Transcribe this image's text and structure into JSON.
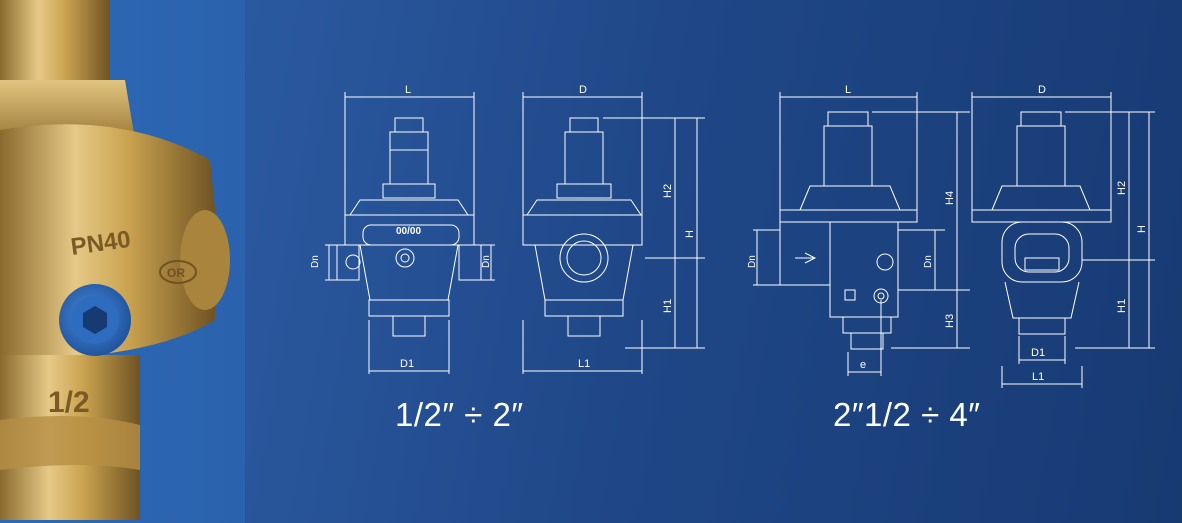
{
  "photo": {
    "body_marking": "PN40",
    "size_marking": "1/2",
    "logo_text": "OR",
    "colors": {
      "brass": "#c9a24f",
      "cap": "#2e73c6"
    }
  },
  "small_range": {
    "caption": "1/2″ ÷ 2″",
    "front_label": "00/00",
    "dimensions": {
      "L": "L",
      "D": "D",
      "Dn_left": "Dn",
      "Dn_right": "Dn",
      "H": "H",
      "H1": "H1",
      "H2": "H2",
      "D1": "D1",
      "L1": "L1"
    }
  },
  "large_range": {
    "caption": "2″1/2 ÷ 4″",
    "dimensions": {
      "L": "L",
      "D": "D",
      "Dn_left": "Dn",
      "Dn_right": "Dn",
      "H": "H",
      "H1": "H1",
      "H2": "H2",
      "H3": "H3",
      "H4": "H4",
      "e": "e",
      "D1": "D1",
      "L1": "L1"
    }
  },
  "colors": {
    "background": "#1f4787",
    "line": "#ffffff"
  }
}
